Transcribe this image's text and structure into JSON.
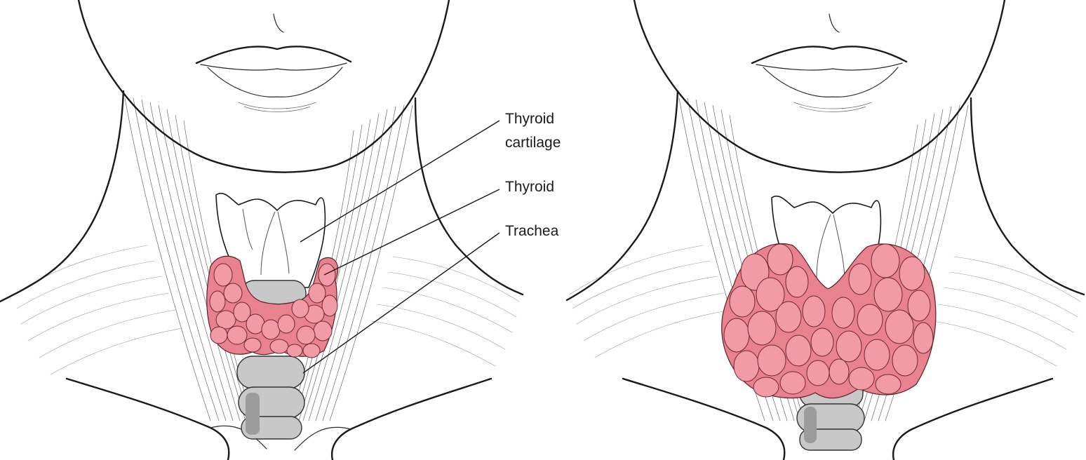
{
  "labels": {
    "thyroid_cartilage_line1": "Thyroid",
    "thyroid_cartilage_line2": "cartilage",
    "thyroid": "Thyroid",
    "trachea": "Trachea"
  },
  "colors": {
    "gland": "#e9828f",
    "nodule": "#f29aa5",
    "trachea": "#c8c8c8",
    "line": "#1a1a1a"
  }
}
